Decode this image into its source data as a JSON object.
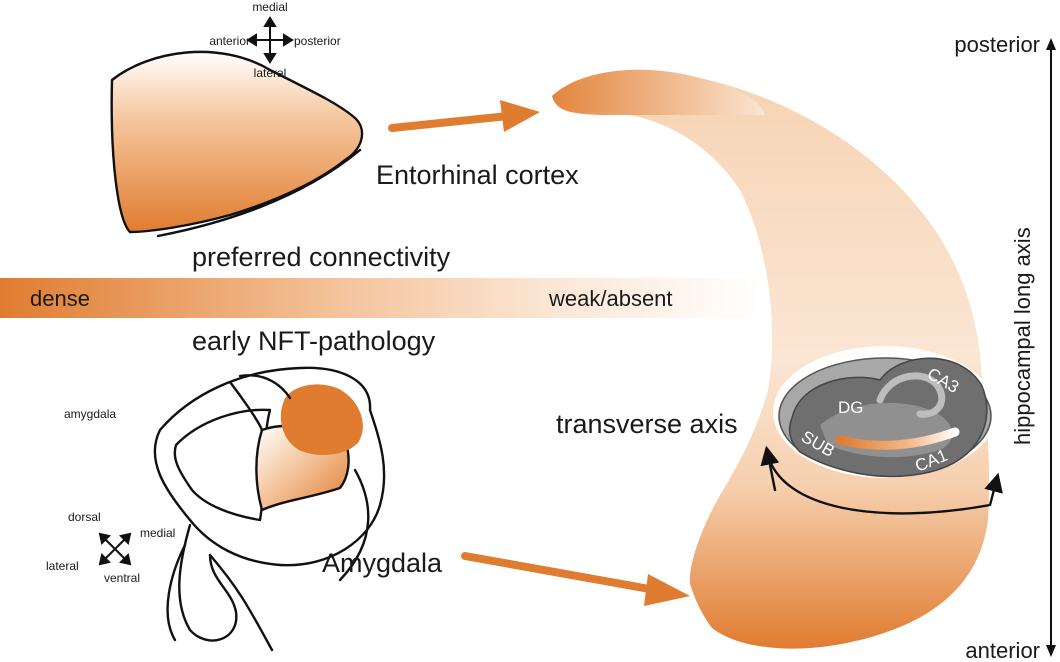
{
  "colors": {
    "accent": "#e8863a",
    "accent_dark": "#d9702a",
    "tissue_gray": "#6f6f6f",
    "tissue_light": "#a9a9a9"
  },
  "orientation_top": {
    "medial": "medial",
    "anterior": "anterior",
    "posterior": "posterior",
    "lateral": "lateral"
  },
  "orientation_bottom": {
    "dorsal": "dorsal",
    "medial": "medial",
    "lateral": "lateral",
    "ventral": "ventral"
  },
  "labels": {
    "entorhinal": "Entorhinal cortex",
    "preferred": "preferred connectivity",
    "dense": "dense",
    "weak": "weak/absent",
    "nft": "early NFT-pathology",
    "amygdala_small": "amygdala",
    "amygdala_big": "Amygdala",
    "transverse": "transverse axis",
    "long_axis": "hippocampal long axis",
    "posterior": "posterior",
    "anterior": "anterior"
  },
  "hippocampus_regions": {
    "dg": "DG",
    "ca3": "CA3",
    "sub": "SUB",
    "ca1": "CA1"
  }
}
